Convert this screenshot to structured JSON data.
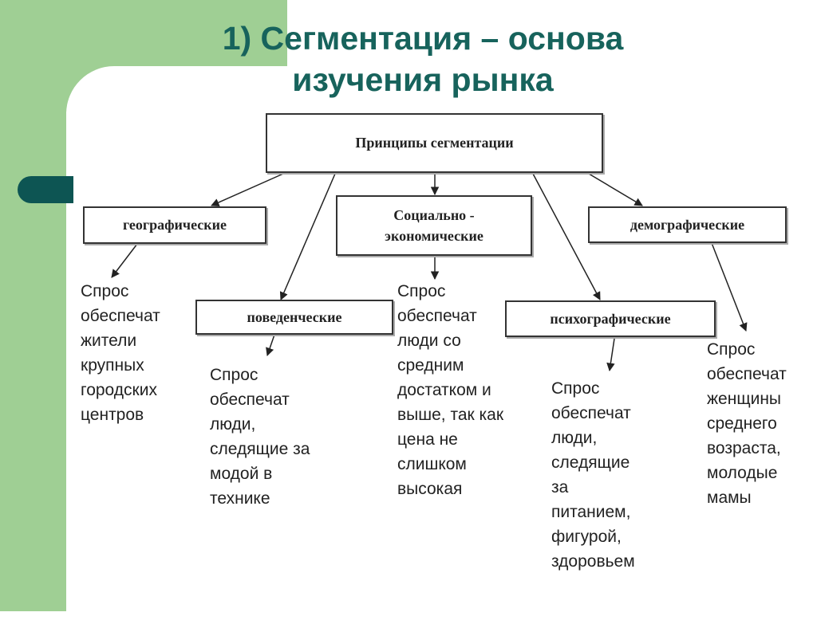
{
  "title": "1) Сегментация – основа\nизучения рынка",
  "root": {
    "label": "Принципы сегментации"
  },
  "categories": {
    "geographic": {
      "label": "географические",
      "description": "Спрос\nобеспечат\nжители\nкрупных\nгородских\nцентров"
    },
    "behavioral": {
      "label": "поведенческие",
      "description": "Спрос\nобеспечат\nлюди,\nследящие за\nмодой в\nтехнике"
    },
    "socioeconomic": {
      "label": "Социально -\nэкономические",
      "description": "Спрос\nобеспечат\nлюди со\nсредним\nдостатком и\nвыше, так как\nцена не\nслишком\nвысокая"
    },
    "psychographic": {
      "label": "психографические",
      "description": "Спрос\nобеспечат\nлюди,\nследящие\nза\nпитанием,\nфигурой,\nздоровьем"
    },
    "demographic": {
      "label": "демографические",
      "description": "Спрос\nобеспечат\nженщины\nсреднего\nвозраста,\nмолодые\nмамы"
    }
  }
}
